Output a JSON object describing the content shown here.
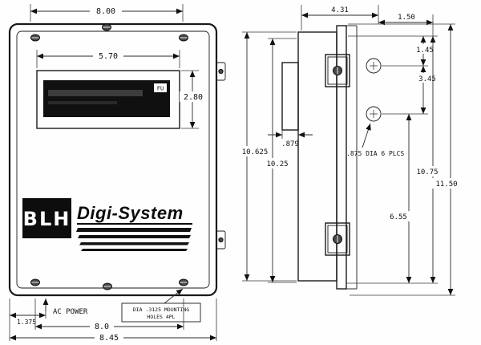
{
  "front": {
    "dim_top_width": "8.00",
    "dim_display_width": "5.70",
    "dim_display_height": "2.80",
    "lcd_tag": "FU",
    "logo_text": "BLH",
    "brand_text": "Digi-System",
    "label_ac_power": "AC POWER",
    "dim_ac_offset": "1.375",
    "dim_hole_span": "8.0",
    "dim_overall_width": "8.45",
    "note_mounting_line1": "DIA .3125 MOUNTING",
    "note_mounting_line2": "HOLES 4PL"
  },
  "side": {
    "dim_depth": "4.31",
    "dim_flange": "1.50",
    "dim_hole_offset_top": "1.45",
    "dim_hole_spacing": "3.45",
    "dim_door_depth": ".879",
    "dim_body_height": "10.625",
    "dim_door_height": "10.25",
    "note_holes": ".875 DIA 6 PLCS",
    "dim_flange_height": "10.75",
    "dim_overall_height": "11.50",
    "dim_hole_offset_bottom": "6.55"
  },
  "colors": {
    "line": "#1a1a1a",
    "lcd": "#101010",
    "logo_bg": "#0d0d0d"
  }
}
